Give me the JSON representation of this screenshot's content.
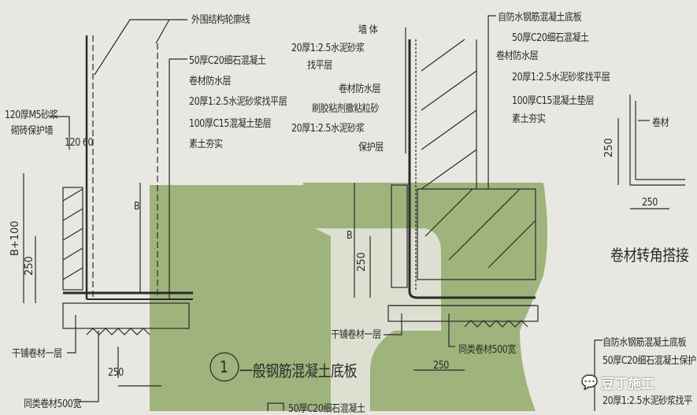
{
  "left_detail": {
    "outline_label": "外围结构轮廓线",
    "layers": [
      "50厚C20细石混凝土",
      "卷材防水层",
      "20厚1:2.5水泥砂浆找平层",
      "100厚C15混凝土垫层",
      "素土夯实"
    ],
    "wall_label_1": "120厚M5砂浆",
    "wall_label_2": "砌砖保护墙",
    "dim_120_60": "120 60",
    "dim_b100": "B+100",
    "dim_250_v": "250",
    "dim_b": "B",
    "dry_layer": "干铺卷材一层",
    "dim_250": "250",
    "same_membrane": "同类卷材500宽"
  },
  "title": {
    "number": "1",
    "text": "一般钢筋混凝土底板"
  },
  "middle_detail": {
    "wall": "墙 体",
    "layers": [
      "20厚1:2.5水泥砂浆",
      "找平层",
      "卷材防水层",
      "刷胶粘剂撒粘粒砂",
      "20厚1:2.5水泥砂浆",
      "保护层"
    ],
    "dim_b": "B",
    "dim_250_v": "250",
    "dry_layer": "干铺卷材一层",
    "same_membrane": "同类卷材500宽",
    "dim_250": "250"
  },
  "right_detail": {
    "layers": [
      "自防水钢筋混凝土底板",
      "50厚C20细石混凝土",
      "卷材防水层",
      "20厚1:2.5水泥砂浆找平层",
      "100厚C15混凝土垫层",
      "素土夯实"
    ]
  },
  "corner_detail": {
    "membrane": "卷材",
    "dim_v": "250",
    "dim_h": "250",
    "caption": "卷材转角搭接"
  },
  "bottom_right": {
    "layers": [
      "自防水钢筋混凝土底板",
      "50厚C20细石混凝土保护",
      "20厚1:2.5水泥砂浆找平"
    ]
  },
  "bottom_partial": "50厚C20细石混凝土",
  "watermark": "豆丁施工",
  "colors": {
    "paper": "#e8e7e1",
    "green": "#9fb37c",
    "line": "#2a2a2a"
  }
}
